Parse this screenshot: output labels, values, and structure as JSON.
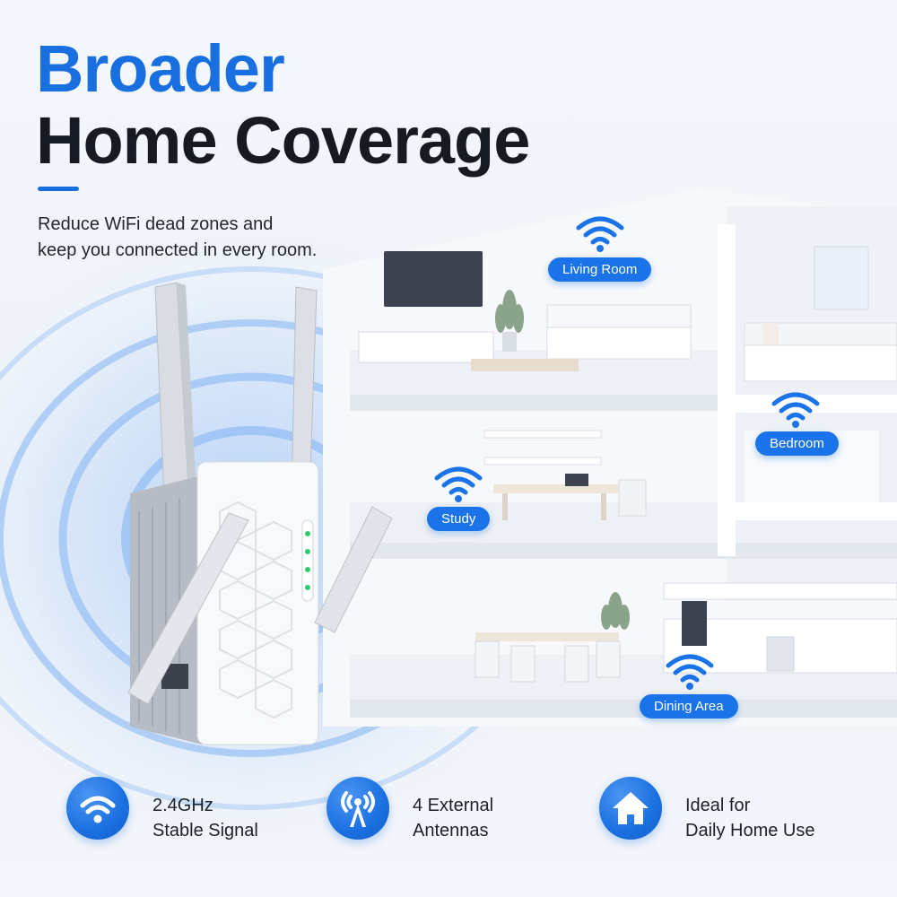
{
  "headline": {
    "line1": "Broader",
    "line2": "Home Coverage"
  },
  "subtitle": {
    "line1": "Reduce WiFi dead zones and",
    "line2": "keep you connected in every room."
  },
  "rooms": [
    {
      "label": "Living Room"
    },
    {
      "label": "Bedroom"
    },
    {
      "label": "Study"
    },
    {
      "label": "Dining Area"
    }
  ],
  "features": [
    {
      "icon": "wifi-icon",
      "line1": "2.4GHz",
      "line2": "Stable Signal"
    },
    {
      "icon": "antenna-icon",
      "line1": "4 External",
      "line2": "Antennas"
    },
    {
      "icon": "home-icon",
      "line1": "Ideal for",
      "line2": "Daily Home Use"
    }
  ],
  "colors": {
    "accent": "#1a6fe0",
    "headline_dark": "#161a22",
    "label_bg": "#1a73e8"
  }
}
